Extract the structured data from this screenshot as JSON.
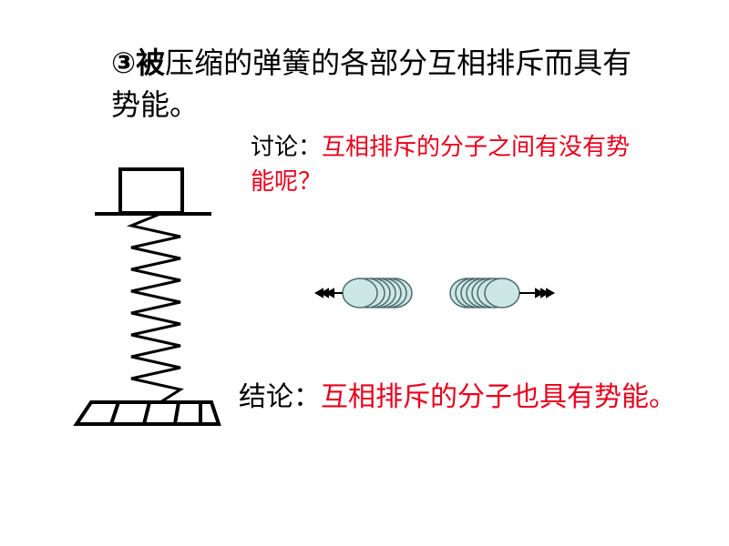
{
  "heading": {
    "lead": "③被",
    "rest": "压缩的弹簧的各部分互相排斥而具有势能。"
  },
  "discussion": {
    "label": "讨论：",
    "text": "互相排斥的分子之间有没有势能呢？"
  },
  "conclusion": {
    "label": "结论：",
    "text": "互相排斥的分子也具有势能。"
  },
  "colors": {
    "text": "#000000",
    "highlight": "#e8001c",
    "molecule_fill": "#cde6e6",
    "molecule_stroke": "#4a6a6a"
  }
}
